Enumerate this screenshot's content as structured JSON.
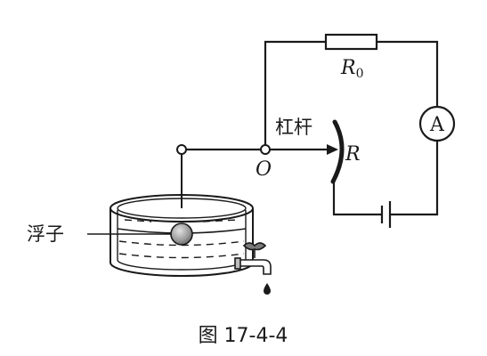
{
  "labels": {
    "r0_main": "R",
    "r0_sub": "0",
    "ammeter": "A",
    "lever": "杠杆",
    "pivot": "O",
    "rheostat": "R",
    "float": "浮子"
  },
  "caption": "图 17-4-4"
}
